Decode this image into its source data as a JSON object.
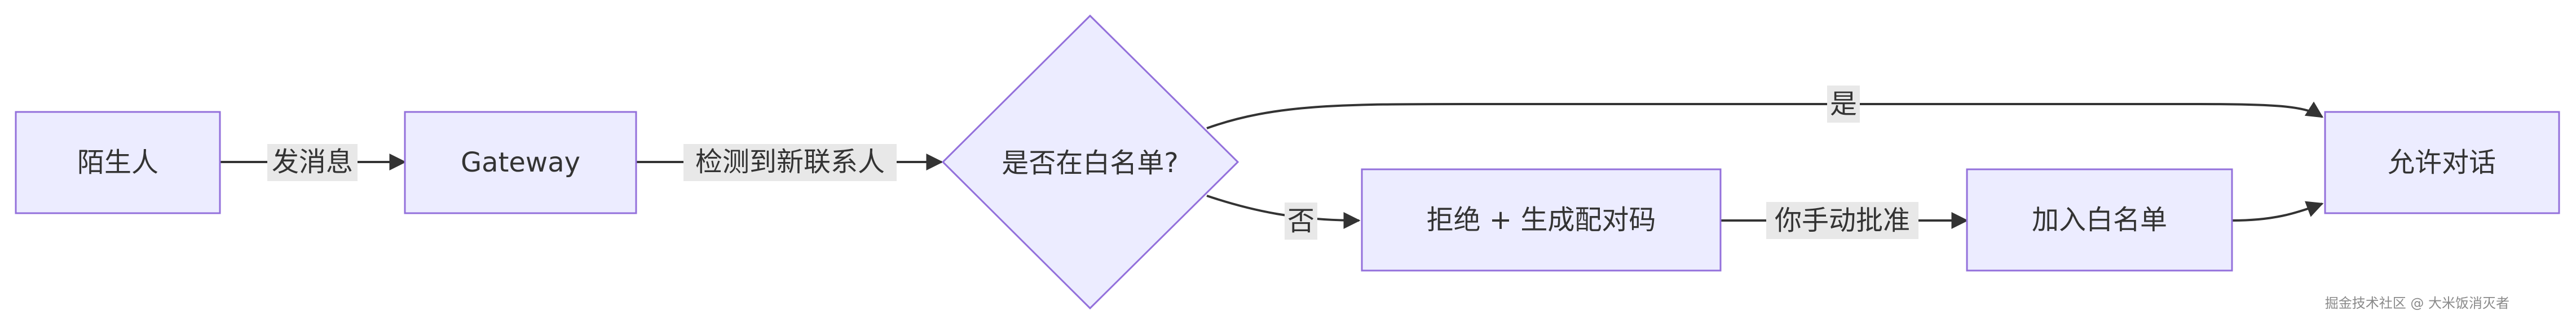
{
  "nodes": {
    "stranger": "陌生人",
    "gateway": "Gateway",
    "whitelist_check": "是否在白名单?",
    "reject": "拒绝 + 生成配对码",
    "add_whitelist": "加入白名单",
    "allow": "允许对话"
  },
  "edges": {
    "send_message": "发消息",
    "detect_contact": "检测到新联系人",
    "yes": "是",
    "no": "否",
    "manual_approve": "你手动批准"
  },
  "watermark": "掘金技术社区 @ 大米饭消灭者",
  "colors": {
    "node_fill": "#ECECFF",
    "node_stroke": "#9370DB",
    "edge": "#333333",
    "edge_label_bg": "#e8e8e8"
  }
}
